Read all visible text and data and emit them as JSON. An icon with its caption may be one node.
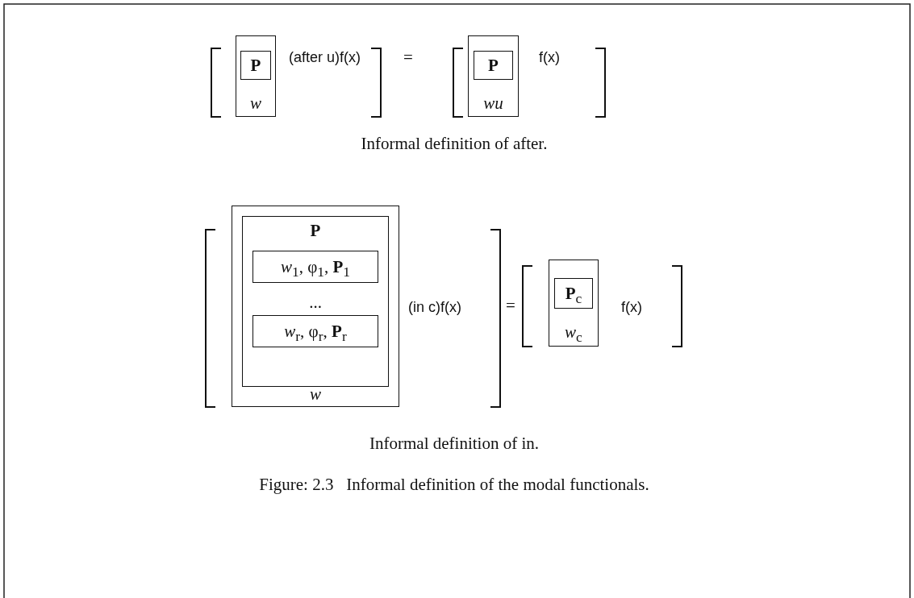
{
  "diagram": {
    "caption": "Figure: 2.3   Informal definition of the modal functionals.",
    "nodes": [
      {
        "text": [
          "w"
        ]
      },
      {
        "text": [
          "P"
        ],
        "in": 0
      },
      {
        "text": [
          "wu"
        ]
      },
      {
        "text": [
          "P"
        ],
        "in": 2
      },
      {
        "text": [
          "w"
        ]
      },
      {
        "text": [
          "P",
          "..."
        ],
        "in": 4
      },
      {
        "text": [
          "*w*$_{1}$, φ$_{1}$, **P**$_{1}$"
        ],
        "in": 5
      },
      {
        "text": [
          "*w*$_{r}$, φ$_{r}$, **P**$_{r}$"
        ],
        "in": 5
      },
      {
        "text": [
          "*w*$_{c}$"
        ]
      },
      {
        "text": [
          "**P**$_{c}$"
        ],
        "in": 8
      }
    ],
    "edges": [],
    "labels": [
      "(after u)f(x)",
      "=",
      "f(x)",
      "Informal definition of after.",
      "(in c)f(x)",
      "=",
      "f(x)",
      "Informal definition of in."
    ]
  }
}
